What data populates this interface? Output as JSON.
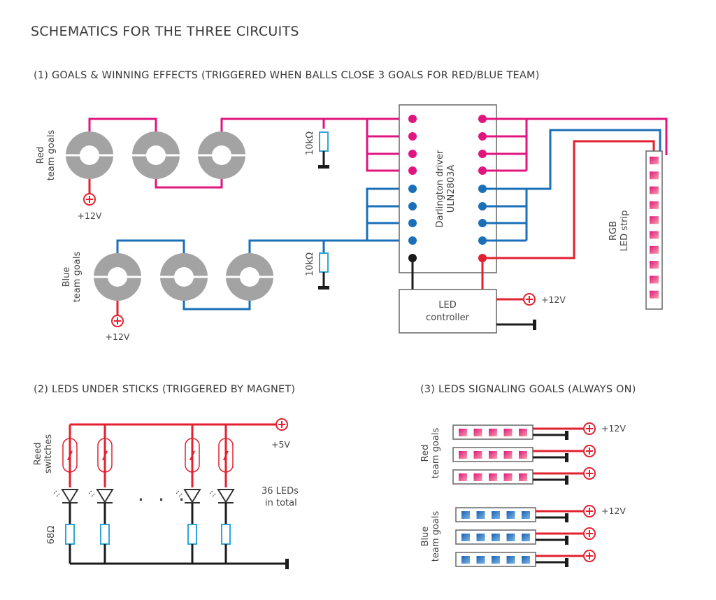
{
  "title": "SCHEMATICS FOR THE THREE CIRCUITS",
  "section1": {
    "heading": "(1) GOALS & WINNING EFFECTS (TRIGGERED WHEN BALLS CLOSE 3 GOALS FOR RED/BLUE TEAM)",
    "red_goals_label_line1": "Red",
    "red_goals_label_line2": "team goals",
    "blue_goals_label_line1": "Blue",
    "blue_goals_label_line2": "team goals",
    "red_supply": "+12V",
    "blue_supply": "+12V",
    "resistor_top": "10kΩ",
    "resistor_bottom": "10kΩ",
    "chip_line1": "Darlington driver",
    "chip_line2": "ULN2803A",
    "controller_line1": "LED",
    "controller_line2": "controller",
    "controller_supply": "+12V",
    "strip_line1": "RGB",
    "strip_line2": "LED strip",
    "strip_led_count": 10,
    "colors": {
      "red_team": "#e0157f",
      "blue_team": "#1a6fb8",
      "power": "#e3202f",
      "ground": "#1b1b1b"
    }
  },
  "section2": {
    "heading": "(2) LEDS UNDER STICKS (TRIGGERED BY MAGNET)",
    "reed_label_line1": "Reed",
    "reed_label_line2": "switches",
    "resistor_label": "68Ω",
    "supply": "+5V",
    "count_line1": "36 LEDs",
    "count_line2": "in total",
    "ellipsis": ". . ."
  },
  "section3": {
    "heading": "(3) LEDS SIGNALING GOALS (ALWAYS ON)",
    "red_label_line1": "Red",
    "red_label_line2": "team goals",
    "blue_label_line1": "Blue",
    "blue_label_line2": "team goals",
    "supply": "+12V",
    "leds_per_bar": 5,
    "bars_per_team": 3
  }
}
